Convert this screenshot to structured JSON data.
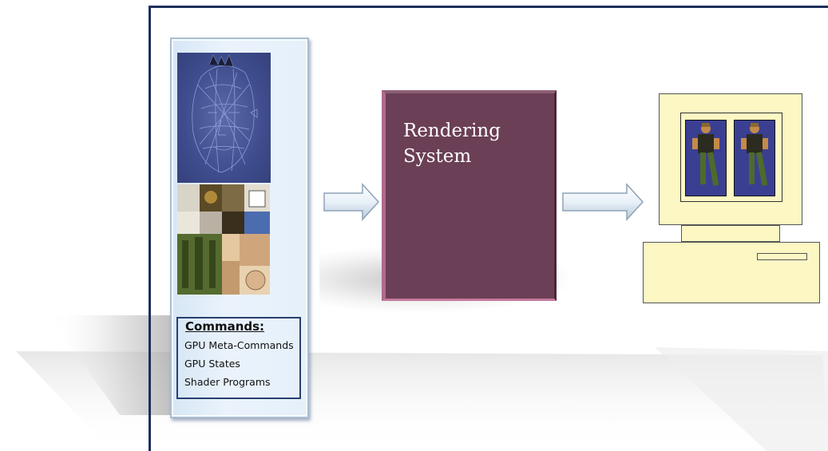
{
  "commands": {
    "title": "Commands:",
    "items": [
      "GPU Meta-Commands",
      "GPU States",
      "Shader Programs"
    ]
  },
  "rendering_system": {
    "label": "Rendering System"
  },
  "colors": {
    "frame": "#1f2f5c",
    "render_box": "#6b3f56",
    "computer": "#fcf7c3",
    "panel": "#e6f0fa"
  },
  "icons": [
    "wireframe-face-image",
    "texture-atlas-image",
    "arrow-right-icon",
    "computer-icon",
    "rendered-character-image"
  ]
}
